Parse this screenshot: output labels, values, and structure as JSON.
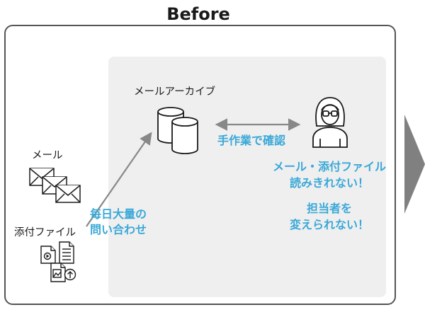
{
  "title": "Before",
  "labels": {
    "archive": "メールアーカイブ",
    "mail": "メール",
    "attachment": "添付ファイル",
    "manual_check": "手作業で確認",
    "daily_inquiries_line1": "毎日大量の",
    "daily_inquiries_line2": "問い合わせ",
    "unreadable_line1": "メール・添付ファイル",
    "unreadable_line2": "読みきれない！",
    "staff_line1": "担当者を",
    "staff_line2": "変えられない！"
  },
  "icons": {
    "database": "database-icon",
    "person": "person-with-glasses-icon",
    "envelopes": "envelope-stack-icon",
    "files": "attachment-files-icon",
    "next": "next-arrow-icon"
  },
  "colors": {
    "accent_text": "#3aa8d8",
    "inner_panel": "#efefef",
    "frame": "#555555",
    "arrow": "#888888",
    "next_arrow": "#808080"
  }
}
